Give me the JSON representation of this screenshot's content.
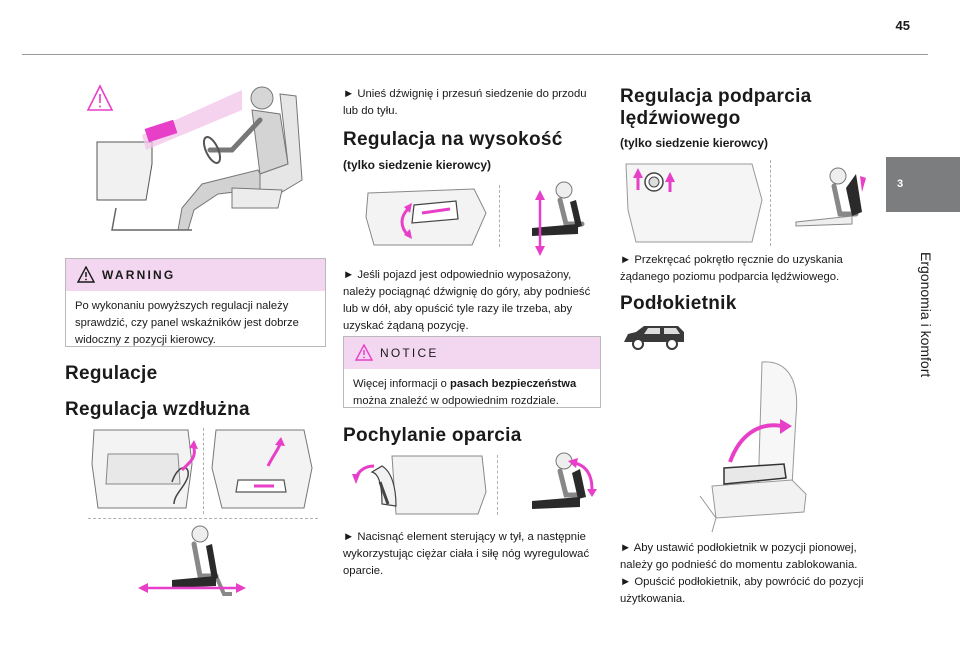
{
  "page": {
    "number": "45"
  },
  "sidebar": {
    "tab_number": "3",
    "section_title": "Ergonomia i komfort"
  },
  "left_column": {
    "warning": {
      "label": "WARNING",
      "text": "Po wykonaniu powyższych regulacji należy sprawdzić, czy panel wskaźników jest dobrze widoczny z pozycji kierowcy."
    },
    "heading_main": "Regulacje",
    "heading_longitudinal": "Regulacja wzdłużna"
  },
  "middle_column": {
    "longitudinal_instruction": "► Unieś dźwignię i przesuń siedzenie do przodu lub do tyłu.",
    "height_heading": "Regulacja na wysokość",
    "height_note": "(tylko siedzenie kierowcy)",
    "height_instruction": "► Jeśli pojazd jest odpowiednio wyposażony, należy pociągnąć dźwignię do góry, aby podnieść lub w dół, aby opuścić tyle razy ile trzeba, aby uzyskać żądaną pozycję.",
    "notice": {
      "label": "NOTICE",
      "text_before": "Więcej informacji o ",
      "text_bold": "pasach bezpieczeństwa",
      "text_after": " można znaleźć w odpowiednim rozdziale."
    },
    "recline_heading": "Pochylanie oparcia",
    "recline_instruction": "► Nacisnąć element sterujący w tył, a następnie wykorzystując ciężar ciała i siłę nóg wyregulować oparcie."
  },
  "right_column": {
    "lumbar_heading_line1": "Regulacja podparcia",
    "lumbar_heading_line2": "lędźwiowego",
    "lumbar_note": "(tylko siedzenie kierowcy)",
    "lumbar_instruction": "► Przekręcać pokrętło ręcznie do uzyskania żądanego poziomu podparcia lędźwiowego.",
    "armrest_heading": "Podłokietnik",
    "armrest_instruction_1": "► Aby ustawić podłokietnik w pozycji pionowej, należy go podnieść do momentu zablokowania.",
    "armrest_instruction_2": "► Opuścić podłokietnik, aby powrócić do pozycji użytkowania."
  },
  "colors": {
    "accent_magenta": "#e83fc9",
    "box_header": "#f3d7f0",
    "side_tab": "#7b7d7f",
    "text": "#1a1a1a"
  }
}
